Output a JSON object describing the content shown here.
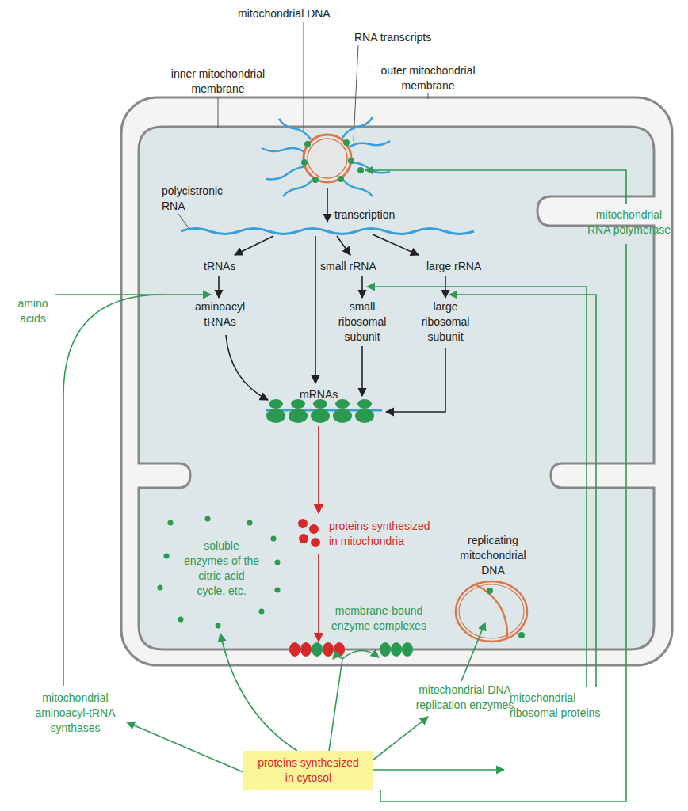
{
  "diagram": {
    "nodes": [
      {
        "text": [
          "proteins synthesized in cytosol"
        ]
      }
    ],
    "labels": [
      "mitochondrial DNA",
      "RNA transcripts",
      "inner mitochondrial membrane",
      "outer mitochondrial membrane",
      "polycistronic RNA",
      "transcription",
      "tRNAs",
      "small rRNA",
      "large rRNA",
      "mitochondrial RNA polymerase",
      "amino acids",
      "aminoacyl tRNAs",
      "small ribosomal subunit",
      "large ribosomal subunit",
      "mRNAs",
      "proteins synthesized in mitochondria",
      "soluble enzymes of the citric acid cycle, etc.",
      "replicating mitochondrial DNA",
      "membrane-bound enzyme complexes",
      "mitochondrial DNA replication enzymes",
      "mitochondrial aminoacyl-tRNA synthases",
      "mitochondrial ribosomal proteins"
    ]
  }
}
